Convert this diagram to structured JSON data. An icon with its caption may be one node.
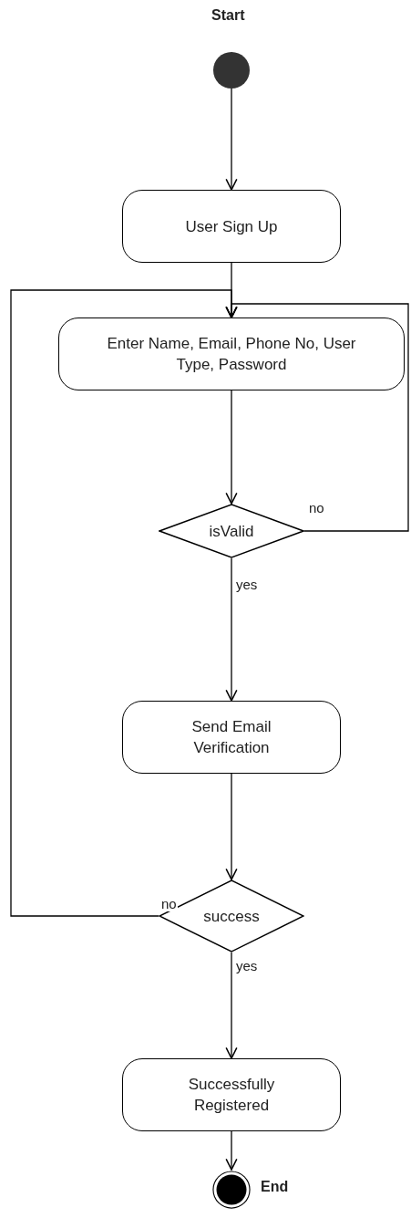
{
  "diagram": {
    "nodes": [
      {
        "text": [],
        "shape": "circle",
        "beside": [
          "Start"
        ]
      },
      {
        "text": [
          "User Sign Up"
        ]
      },
      {
        "text": [
          "Enter Name, Email, Phone No, User Type, Password"
        ]
      },
      {
        "text": [
          "isValid"
        ]
      },
      {
        "text": [
          "Send Email Verification"
        ]
      },
      {
        "text": [
          "success"
        ]
      },
      {
        "text": [
          "Successfully Registered"
        ]
      },
      {
        "text": [],
        "shape": "circle",
        "beside": [
          "End"
        ]
      }
    ],
    "edges": [
      {
        "from": 0,
        "to": 1,
        "arrow": "to"
      },
      {
        "from": 1,
        "to": 2,
        "arrow": "to"
      },
      {
        "from": 3,
        "to": 2,
        "arrow": "to",
        "label": "no"
      },
      {
        "from": 2,
        "to": 3,
        "arrow": "to"
      },
      {
        "from": 3,
        "to": 4,
        "arrow": "to",
        "label": "yes"
      },
      {
        "from": 4,
        "to": 5,
        "arrow": "to"
      },
      {
        "from": 5,
        "to": 2,
        "arrow": "to",
        "label": "no"
      },
      {
        "from": 5,
        "to": 6,
        "arrow": "to",
        "label": "yes"
      },
      {
        "from": 6,
        "to": 7,
        "arrow": "to"
      }
    ]
  }
}
